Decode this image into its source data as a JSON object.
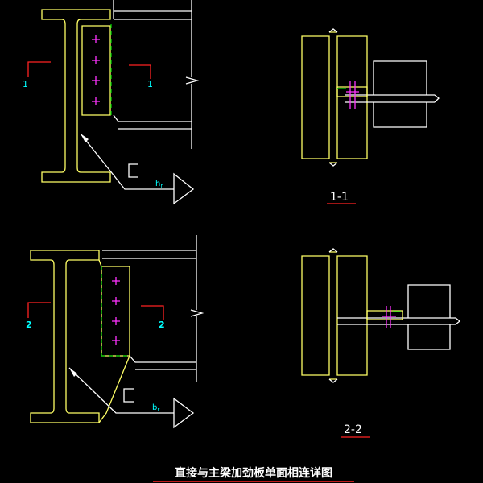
{
  "drawing": {
    "title": "直接与主梁加劲板单面相连详图",
    "detail_1": {
      "cut_label_left": "1",
      "cut_label_right": "1",
      "dimension_label": "h",
      "dimension_subscript": "r",
      "section_title": "1-1"
    },
    "detail_2": {
      "cut_label_left": "2",
      "cut_label_right": "2",
      "dimension_label": "b",
      "dimension_subscript": "r",
      "section_title": "2-2"
    }
  },
  "colors": {
    "background": "#000000",
    "steel_outline": "#ffff66",
    "secondary_line": "#ffffff",
    "bolt": "#ff33ff",
    "cut_mark": "#ff2222",
    "weld_line": "#00cc00",
    "label": "#00ffff"
  }
}
